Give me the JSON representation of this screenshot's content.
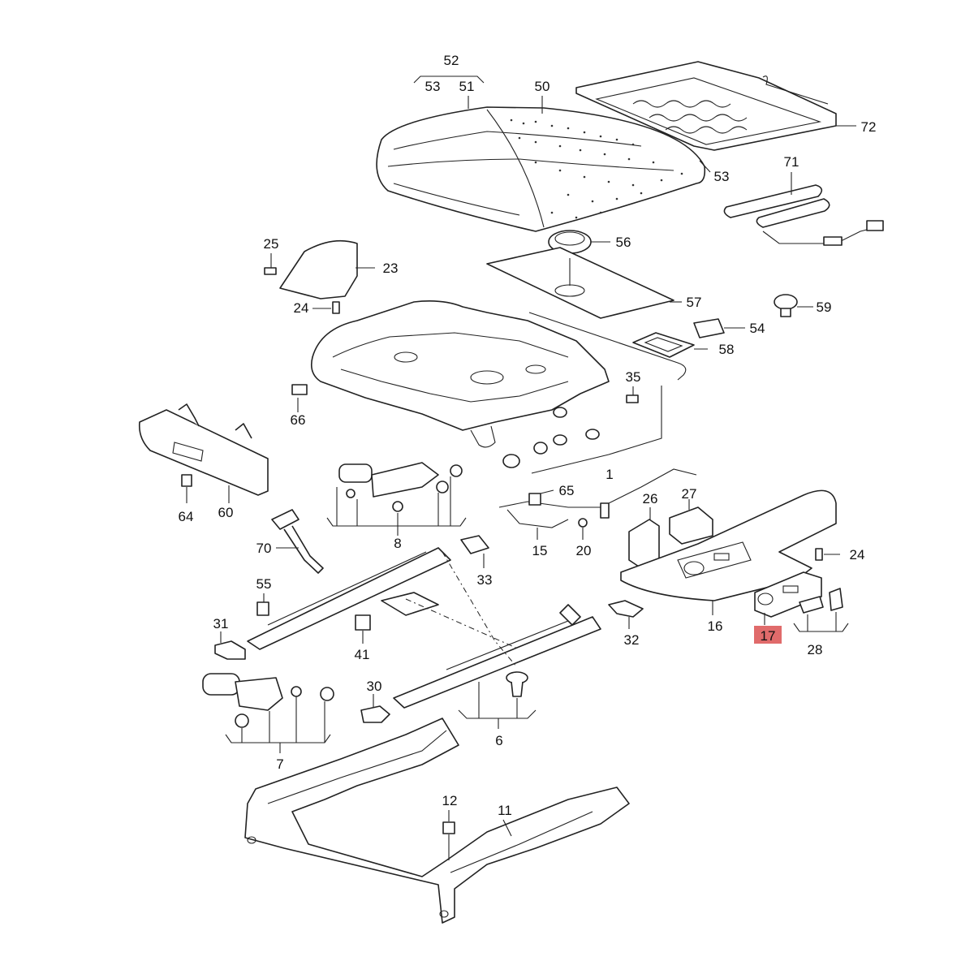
{
  "diagram": {
    "callouts": {
      "c52": "52",
      "c53a": "53",
      "c51": "51",
      "c50": "50",
      "c72": "72",
      "c53b": "53",
      "c71": "71",
      "c56": "56",
      "c25": "25",
      "c23": "23",
      "c24a": "24",
      "c57": "57",
      "c59": "59",
      "c54": "54",
      "c58": "58",
      "c35": "35",
      "c66": "66",
      "c1": "1",
      "c64": "64",
      "c60": "60",
      "c8": "8",
      "c65": "65",
      "c26": "26",
      "c27": "27",
      "c24b": "24",
      "c15": "15",
      "c20": "20",
      "c70": "70",
      "c33": "33",
      "c55": "55",
      "c31": "31",
      "c41": "41",
      "c32": "32",
      "c16": "16",
      "c17": "17",
      "c28": "28",
      "c30": "30",
      "c6": "6",
      "c7": "7",
      "c12": "12",
      "c11": "11"
    },
    "highlight_color": "#e06b6b"
  }
}
